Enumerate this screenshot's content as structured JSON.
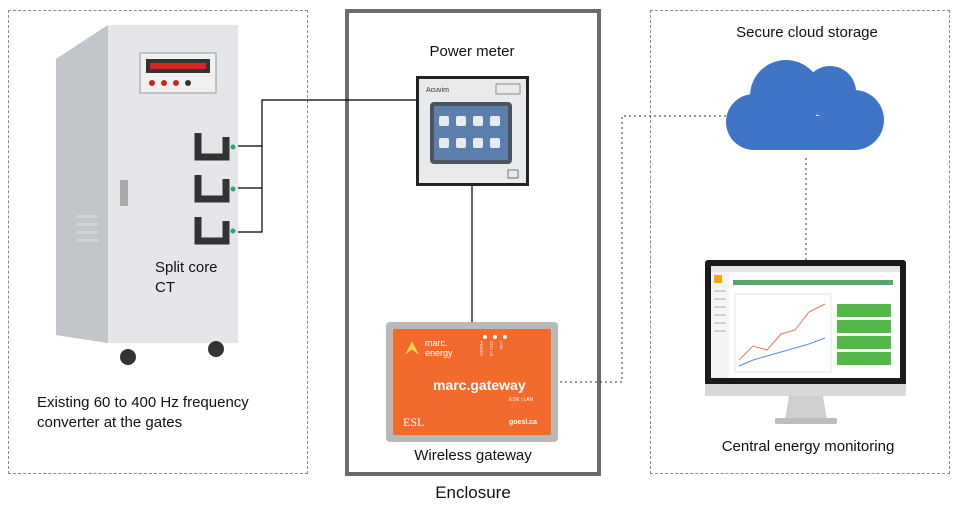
{
  "left_panel": {
    "ct_label_line1": "Split core",
    "ct_label_line2": "CT",
    "converter_line1": "Existing 60 to 400 Hz frequency",
    "converter_line2": "converter at the gates"
  },
  "enclosure": {
    "label": "Enclosure",
    "power_meter_label": "Power meter",
    "gateway_label": "Wireless gateway",
    "meter_screen_brand": "Acuvim"
  },
  "gateway_device": {
    "logo_text_1": "marc.",
    "logo_text_2": "energy",
    "name": "marc.gateway",
    "subtitle": "ESN | LAN",
    "footer_left": "ESL",
    "footer_right": "goesl.ca",
    "led_labels": [
      "POWER",
      "STATUS",
      "LINK"
    ]
  },
  "right_panel": {
    "cloud_label": "Secure cloud storage",
    "monitor_label": "Central energy monitoring"
  },
  "colors": {
    "cloud": "#3f74c7",
    "gateway_orange": "#f26a2c",
    "gateway_frame": "#b9b9b9",
    "monitor_green": "#54b948",
    "cabinet": "#dfe2e6"
  }
}
